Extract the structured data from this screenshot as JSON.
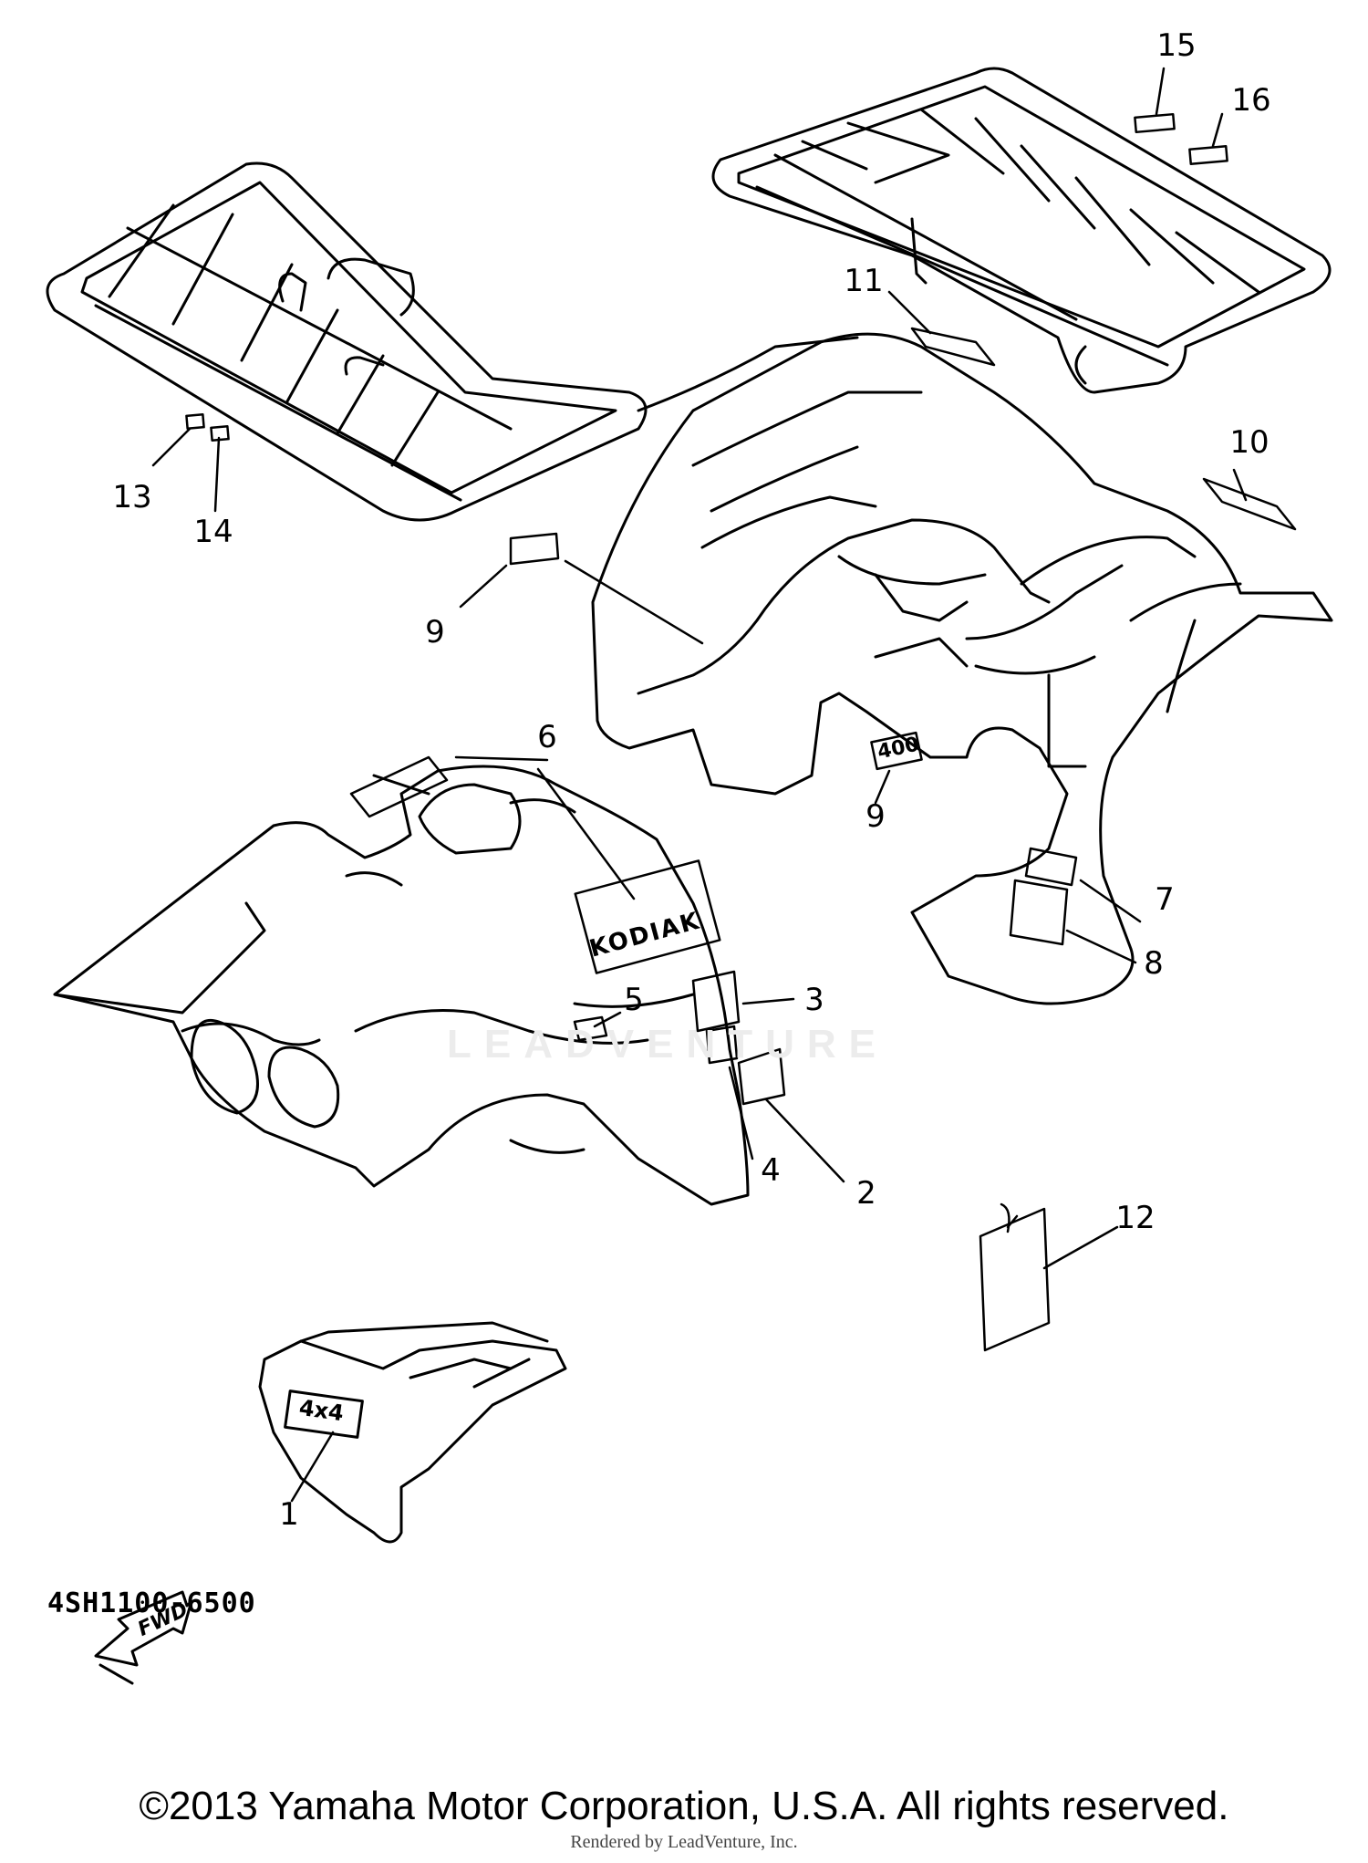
{
  "diagram": {
    "callouts": [
      "1",
      "2",
      "3",
      "4",
      "5",
      "6",
      "7",
      "8",
      "9",
      "9",
      "10",
      "11",
      "12",
      "13",
      "14",
      "15",
      "16"
    ],
    "decal_text": {
      "emblem_kodiak": "KODIAK",
      "emblem_400": "400",
      "emblem_4x4": "4x4",
      "arrow_fwd": "FWD"
    },
    "part_number": "4SH1100-6500",
    "watermark": "LEADVENTURE"
  },
  "footer": {
    "copyright": "©2013 Yamaha Motor Corporation, U.S.A. All rights reserved.",
    "rendered_by": "Rendered by LeadVenture, Inc."
  }
}
